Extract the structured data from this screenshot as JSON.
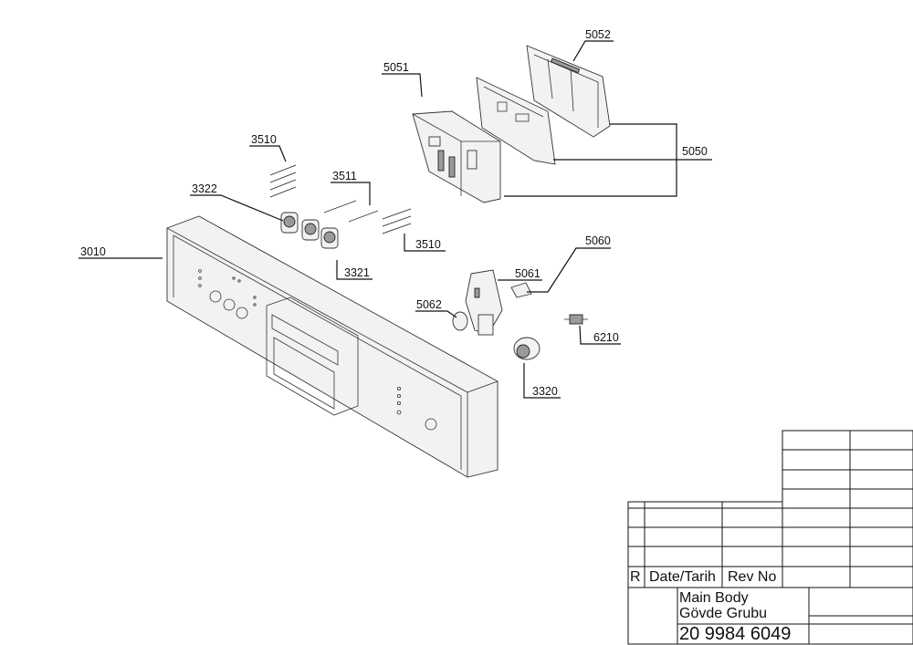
{
  "callouts": {
    "p5052": "5052",
    "p5051": "5051",
    "p5050": "5050",
    "p3510a": "3510",
    "p3511": "3511",
    "p3322": "3322",
    "p3010": "3010",
    "p3510b": "3510",
    "p3321": "3321",
    "p5060": "5060",
    "p5061": "5061",
    "p5062": "5062",
    "p6210": "6210",
    "p3320": "3320"
  },
  "title_block": {
    "rev_col_r": "R",
    "rev_col_date": "Date/Tarih",
    "rev_col_no": "Rev No",
    "title_en": "Main Body",
    "title_tr": "Gövde Grubu",
    "part_number": "20 9984 6049"
  }
}
